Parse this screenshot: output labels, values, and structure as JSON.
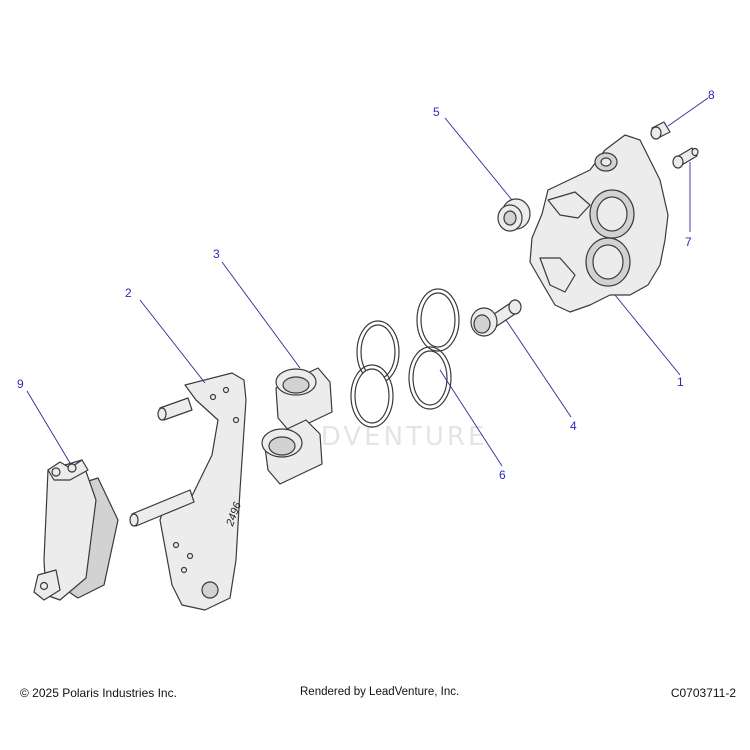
{
  "watermark": "ADVENTURE",
  "callouts": [
    {
      "label": "1"
    },
    {
      "label": "2"
    },
    {
      "label": "3"
    },
    {
      "label": "4"
    },
    {
      "label": "5"
    },
    {
      "label": "6"
    },
    {
      "label": "7"
    },
    {
      "label": "8"
    },
    {
      "label": "9"
    }
  ],
  "bracket_marking": "2496",
  "footer": {
    "copyright": "© 2025 Polaris Industries Inc.",
    "rendered_by": "Rendered by LeadVenture, Inc.",
    "drawing_id": "C0703711-2"
  }
}
